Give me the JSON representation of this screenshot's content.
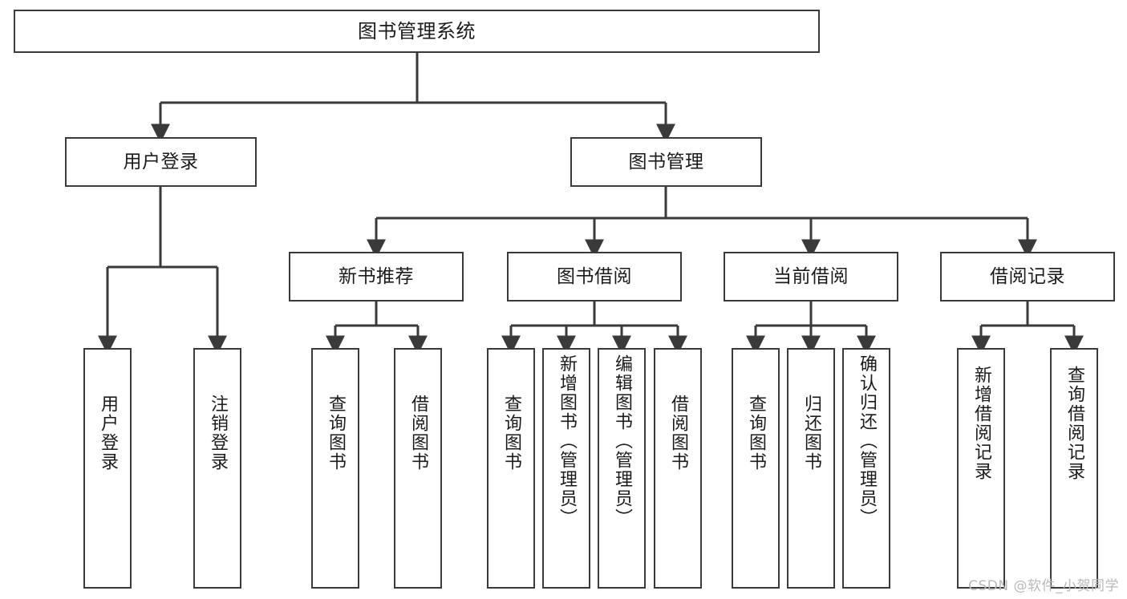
{
  "diagram": {
    "type": "tree-hierarchy",
    "title": "图书管理系统",
    "root": {
      "label": "图书管理系统"
    },
    "level1": [
      {
        "id": "user-login",
        "label": "用户登录"
      },
      {
        "id": "book-manage",
        "label": "图书管理"
      }
    ],
    "level2": [
      {
        "id": "new-book-recommend",
        "label": "新书推荐",
        "parent": "book-manage"
      },
      {
        "id": "book-borrow",
        "label": "图书借阅",
        "parent": "book-manage"
      },
      {
        "id": "current-borrow",
        "label": "当前借阅",
        "parent": "book-manage"
      },
      {
        "id": "borrow-record",
        "label": "借阅记录",
        "parent": "book-manage"
      }
    ],
    "leaves": [
      {
        "id": "leaf-user-login",
        "label": "用户登录",
        "parent": "user-login",
        "align": "mid"
      },
      {
        "id": "leaf-user-logout",
        "label": "注销登录",
        "parent": "user-login",
        "align": "mid"
      },
      {
        "id": "leaf-query-book-1",
        "label": "查询图书",
        "parent": "new-book-recommend",
        "align": "mid"
      },
      {
        "id": "leaf-borrow-book-1",
        "label": "借阅图书",
        "parent": "new-book-recommend",
        "align": "mid"
      },
      {
        "id": "leaf-query-book-2",
        "label": "查询图书",
        "parent": "book-borrow",
        "align": "mid"
      },
      {
        "id": "leaf-add-book-admin",
        "label": "新增图书（管理员）",
        "parent": "book-borrow",
        "align": "top"
      },
      {
        "id": "leaf-edit-book-admin",
        "label": "编辑图书（管理员）",
        "parent": "book-borrow",
        "align": "top"
      },
      {
        "id": "leaf-borrow-book-2",
        "label": "借阅图书",
        "parent": "book-borrow",
        "align": "mid"
      },
      {
        "id": "leaf-query-book-3",
        "label": "查询图书",
        "parent": "current-borrow",
        "align": "mid"
      },
      {
        "id": "leaf-return-book",
        "label": "归还图书",
        "parent": "current-borrow",
        "align": "mid"
      },
      {
        "id": "leaf-confirm-return-admin",
        "label": "确认归还（管理员）",
        "parent": "current-borrow",
        "align": "top"
      },
      {
        "id": "leaf-add-borrow-record",
        "label": "新增借阅记录",
        "parent": "borrow-record",
        "align": "mid"
      },
      {
        "id": "leaf-query-borrow-record",
        "label": "查询借阅记录",
        "parent": "borrow-record",
        "align": "mid"
      }
    ],
    "colors": {
      "stroke": "#3a3a3a",
      "text": "#1b1b1b",
      "background": "#ffffff",
      "watermark": "#b9b9b9"
    }
  },
  "watermark": {
    "text": "CSDN @软件_小贺同学"
  }
}
